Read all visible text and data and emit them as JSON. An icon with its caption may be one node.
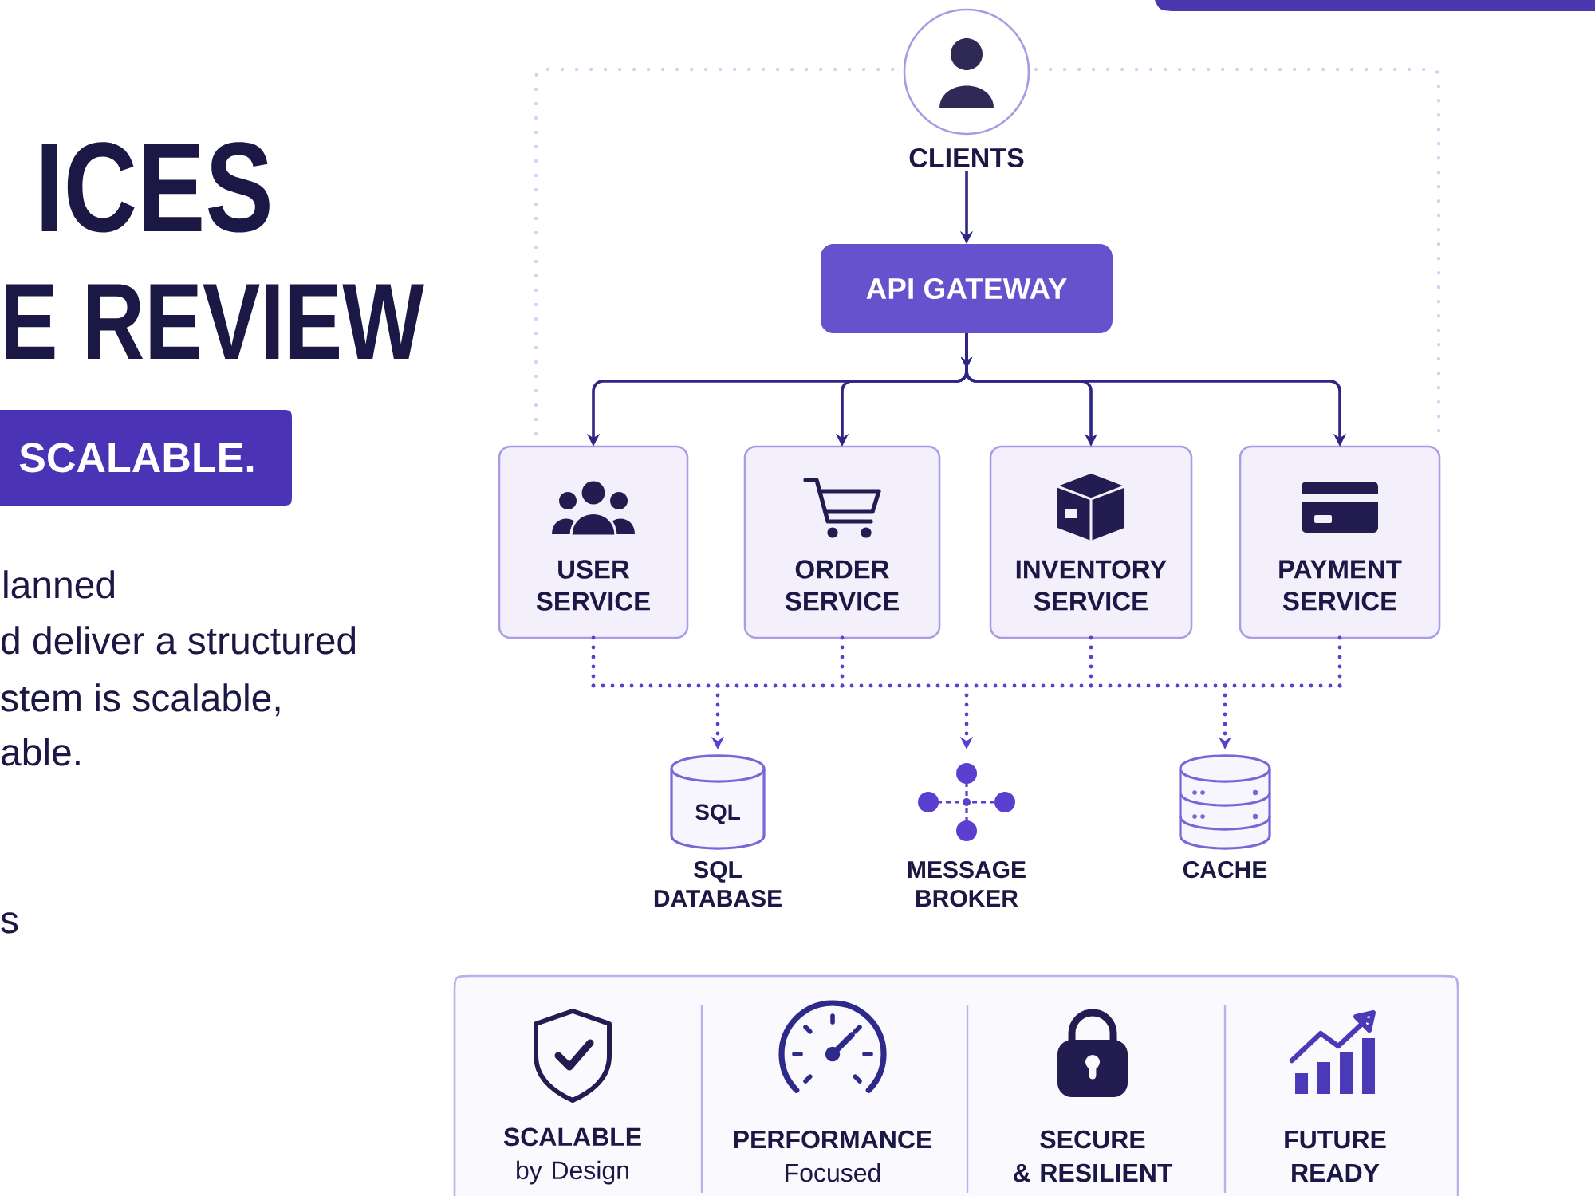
{
  "diagram": {
    "nodes": [
      {
        "text": [
          "SCALABLE."
        ]
      },
      {
        "text": [
          "CLIENTS"
        ]
      },
      {
        "text": [
          "API GATEWAY"
        ]
      },
      {
        "text": [
          "USER SERVICE"
        ]
      },
      {
        "text": [
          "ORDER SERVICE"
        ]
      },
      {
        "text": [
          "INVENTORY SERVICE"
        ]
      },
      {
        "text": [
          "PAYMENT SERVICE"
        ]
      },
      {
        "text": [
          "SQL",
          "SQL DATABASE"
        ]
      },
      {
        "text": [
          "MESSAGE BROKER"
        ]
      },
      {
        "text": [
          "CACHE"
        ]
      },
      {
        "text": [],
        "shape": "box"
      },
      {
        "text": [
          "SCALABLE",
          "by Design"
        ],
        "in": 10
      },
      {
        "text": [
          "PERFORMANCE",
          "Focused"
        ],
        "in": 10
      },
      {
        "text": [
          "SECURE",
          "& RESILIENT"
        ],
        "in": 10
      },
      {
        "text": [
          "FUTURE READY"
        ],
        "in": 10
      }
    ],
    "edges": [
      {
        "from": 1,
        "to": 2,
        "arrow": "to",
        "color": "#2e2585"
      },
      {
        "from": 2,
        "to": 3,
        "arrow": "to",
        "color": "#2e2585"
      },
      {
        "from": 2,
        "to": 4,
        "arrow": "to",
        "color": "#2e2585"
      },
      {
        "from": 2,
        "to": 5,
        "arrow": "to",
        "color": "#2e2585"
      },
      {
        "from": 2,
        "to": 6,
        "arrow": "to",
        "color": "#2e2585"
      },
      {
        "from": 3,
        "to": 7,
        "arrow": "to",
        "style": "dashed"
      },
      {
        "from": 3,
        "to": 8,
        "arrow": "to",
        "style": "dashed"
      },
      {
        "from": 3,
        "to": 9,
        "arrow": "to",
        "style": "dashed"
      },
      {
        "from": 4,
        "to": 7,
        "arrow": "to",
        "style": "dashed"
      },
      {
        "from": 4,
        "to": 8,
        "arrow": "to",
        "style": "dashed"
      },
      {
        "from": 4,
        "to": 9,
        "arrow": "to",
        "style": "dashed"
      },
      {
        "from": 5,
        "to": 7,
        "arrow": "to",
        "style": "dashed"
      },
      {
        "from": 5,
        "to": 8,
        "arrow": "to",
        "style": "dashed"
      },
      {
        "from": 5,
        "to": 9,
        "arrow": "to",
        "style": "dashed"
      },
      {
        "from": 6,
        "to": 7,
        "arrow": "to",
        "style": "dashed"
      },
      {
        "from": 6,
        "to": 8,
        "arrow": "to",
        "style": "dashed"
      },
      {
        "from": 6,
        "to": 9,
        "arrow": "to",
        "style": "dashed"
      }
    ],
    "labels": [
      "ICES",
      "E REVIEW",
      "lanned",
      "d deliver a structured",
      "stem is scalable,",
      "able.",
      "s"
    ]
  }
}
